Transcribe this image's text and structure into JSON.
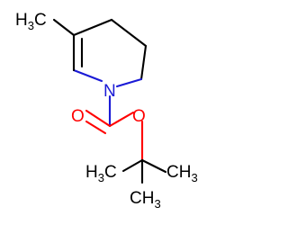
{
  "molecule": {
    "labels": {
      "methyl_top": {
        "main": "H",
        "sub": "3",
        "tail": "C"
      },
      "nitrogen": "N",
      "oxygen_carbonyl": "O",
      "oxygen_ester": "O",
      "methyl_left": {
        "main": "H",
        "sub": "3",
        "tail": "C"
      },
      "methyl_right": {
        "main": "CH",
        "sub": "3"
      },
      "methyl_bottom": {
        "main": "CH",
        "sub": "3"
      }
    },
    "colors": {
      "bond": "#000000",
      "carbon_label": "#000000",
      "nitrogen": "#1a1ad6",
      "oxygen": "#ff0000"
    }
  }
}
